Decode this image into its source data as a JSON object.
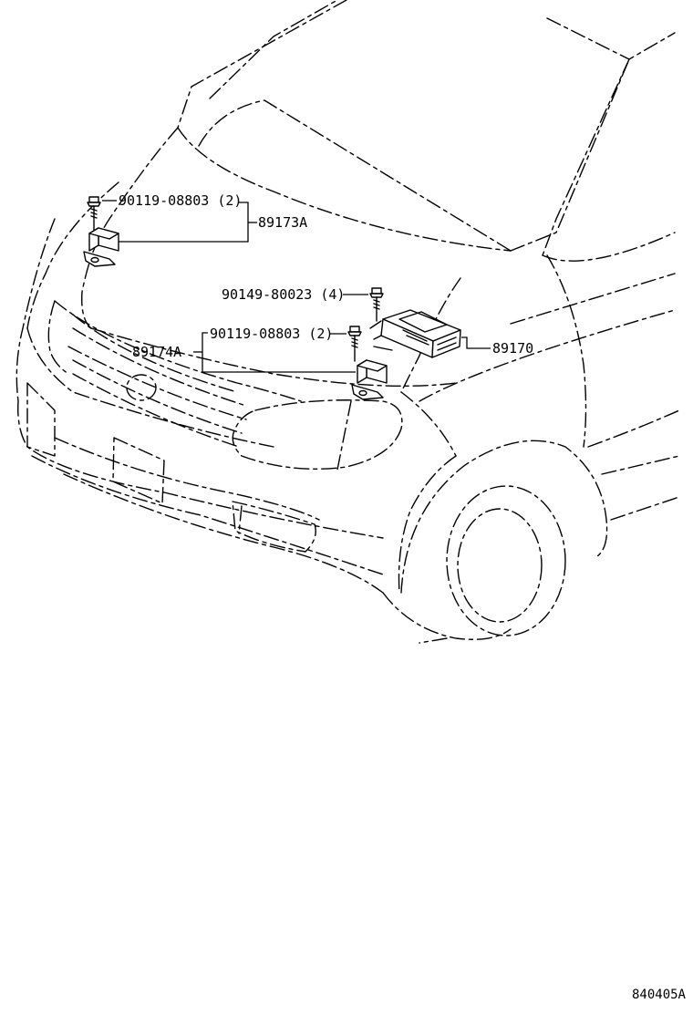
{
  "parts": {
    "bolt_front": "90119-08803 (2)",
    "front_sensor_left": "89173A",
    "bolt_ecu": "90149-80023 (4)",
    "bolt_right": "90119-08803 (2)",
    "front_sensor_right": "89174A",
    "airbag_ecu": "89170"
  },
  "reference_code": "840405A"
}
